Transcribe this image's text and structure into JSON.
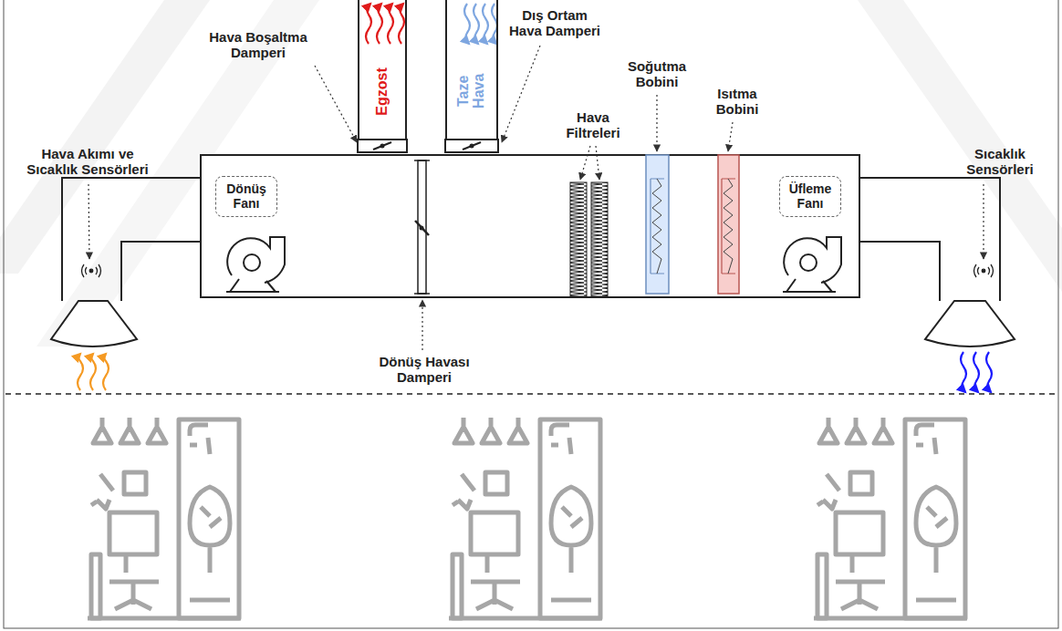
{
  "diagram": {
    "nodes": [
      {
        "text": [
          "Egzost"
        ]
      },
      {
        "text": [
          "Taze Hava"
        ]
      },
      {
        "text": [
          "Dönüş Fanı"
        ]
      },
      {
        "text": [
          "Üfleme Fanı"
        ]
      }
    ],
    "labels": [
      "Hava Boşaltma Damperi",
      "Dış Ortam Hava Damperi",
      "Hava Filtreleri",
      "Soğutma Bobini",
      "Isıtma Bobini",
      "Hava Akımı ve Sıcaklık Sensörleri",
      "Sıcaklık Sensörleri",
      "Dönüş Havası Damperi"
    ]
  }
}
